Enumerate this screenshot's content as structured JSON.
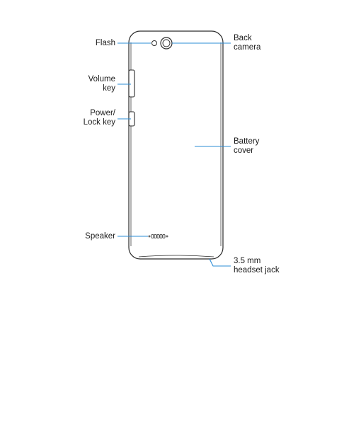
{
  "diagram": {
    "accent_color": "#2b8cd6",
    "outline_color": "#2a2a2a",
    "labels": {
      "flash": "Flash",
      "back_camera_1": "Back",
      "back_camera_2": "camera",
      "volume_1": "Volume",
      "volume_2": "key",
      "power_1": "Power/",
      "power_2": "Lock key",
      "battery_1": "Battery",
      "battery_2": "cover",
      "speaker": "Speaker",
      "jack_1": "3.5 mm",
      "jack_2": "headset jack"
    }
  }
}
